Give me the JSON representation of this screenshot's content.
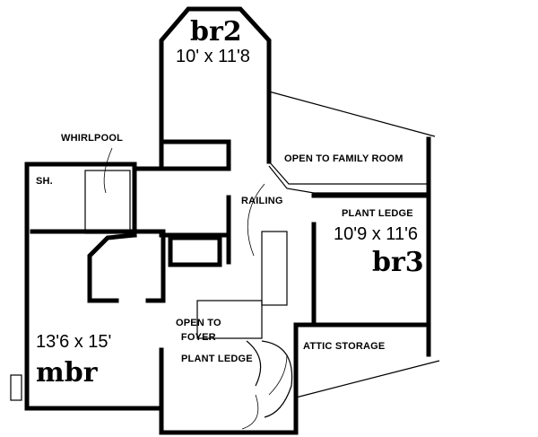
{
  "rooms": {
    "br2": {
      "name": "br2",
      "size": "10' x 11'8"
    },
    "br3": {
      "name": "br3",
      "size": "10'9 x 11'6"
    },
    "mbr": {
      "name": "mbr",
      "size": "13'6 x 15'"
    }
  },
  "labels": {
    "whirlpool": "WHIRLPOOL",
    "shower": "SH.",
    "open_family": "OPEN TO FAMILY ROOM",
    "railing": "RAILING",
    "plant_ledge_upper": "PLANT LEDGE",
    "attic": "ATTIC STORAGE",
    "open_foyer": "OPEN TO\nFOYER",
    "plant_ledge_lower": "PLANT LEDGE"
  }
}
